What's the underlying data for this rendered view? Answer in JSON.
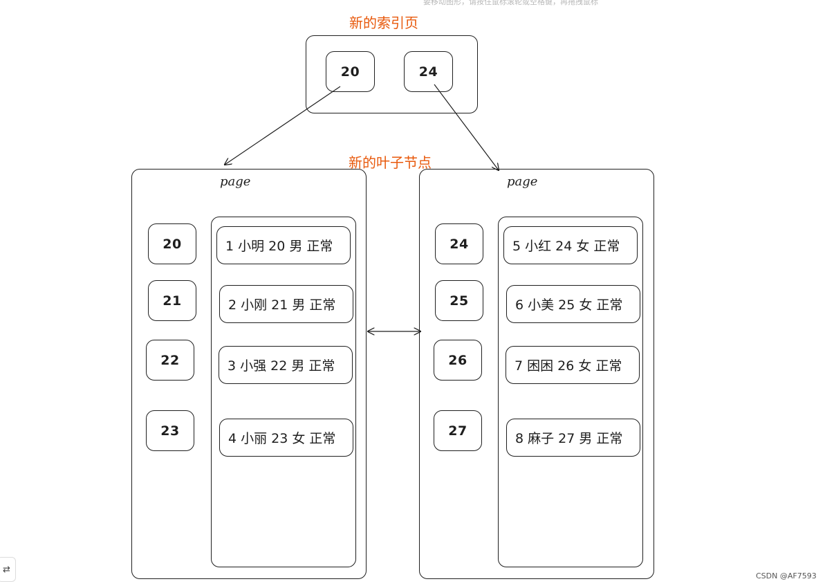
{
  "top_hint": "要移动图形，请按住鼠标滚轮或空格键，再拖拽鼠标",
  "index_page": {
    "title": "新的索引页",
    "keys": [
      "20",
      "24"
    ]
  },
  "leaf_title": "新的叶子节点",
  "leaf_pages": [
    {
      "label": "page",
      "keys": [
        "20",
        "21",
        "22",
        "23"
      ],
      "rows": [
        "1 小明 20 男 正常",
        "2 小刚 21 男 正常",
        "3 小强 22 男 正常",
        "4 小丽 23 女 正常"
      ]
    },
    {
      "label": "page",
      "keys": [
        "24",
        "25",
        "26",
        "27"
      ],
      "rows": [
        "5 小红 24 女 正常",
        "6 小美 25 女 正常",
        "7 困困 26 女 正常",
        "8 麻子 27 男 正常"
      ]
    }
  ],
  "watermark": "CSDN @AF7593",
  "corner_icon": "undo-redo-icon",
  "colors": {
    "accent": "#e8590c",
    "stroke": "#1e1e1e"
  }
}
